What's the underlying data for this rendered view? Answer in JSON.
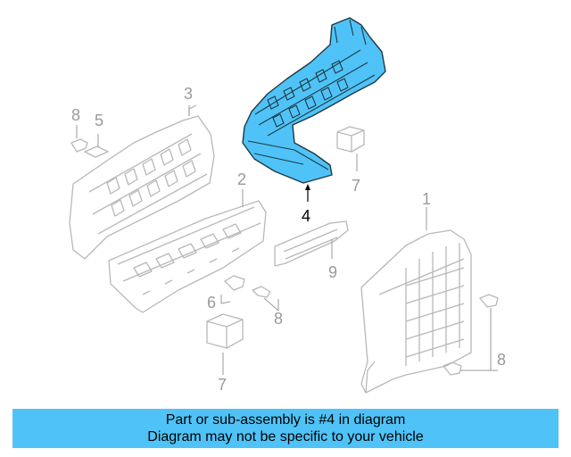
{
  "diagram": {
    "highlight_color": "#4fc3f7",
    "line_color": "#b8b8b8",
    "callouts": {
      "c1": "1",
      "c2": "2",
      "c3": "3",
      "c4": "4",
      "c5": "5",
      "c6": "6",
      "c7a": "7",
      "c7b": "7",
      "c8a": "8",
      "c8b": "8",
      "c8c": "8",
      "c9": "9"
    }
  },
  "banner": {
    "line1": "Part or sub-assembly is #4 in diagram",
    "line2": "Diagram may not be specific to your vehicle"
  }
}
